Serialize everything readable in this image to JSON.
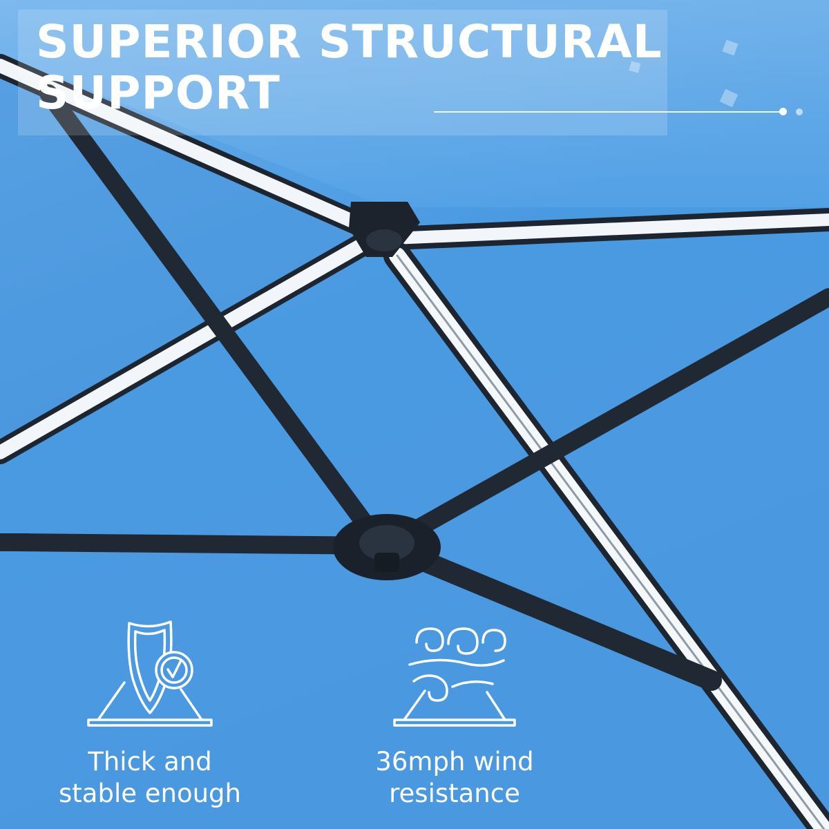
{
  "title": {
    "line1": "SUPERIOR STRUCTURAL",
    "line2": "SUPPORT"
  },
  "features": [
    {
      "icon": "shield-check-icon",
      "line1": "Thick and",
      "line2": "stable enough"
    },
    {
      "icon": "wind-icon",
      "line1": "36mph wind",
      "line2": "resistance"
    }
  ],
  "colors": {
    "canopy": "#4f9be3",
    "canopy_light": "#77b4ec",
    "frame_dark": "#1f2833",
    "frame_light": "#f4f8fb",
    "text": "#ffffff"
  }
}
